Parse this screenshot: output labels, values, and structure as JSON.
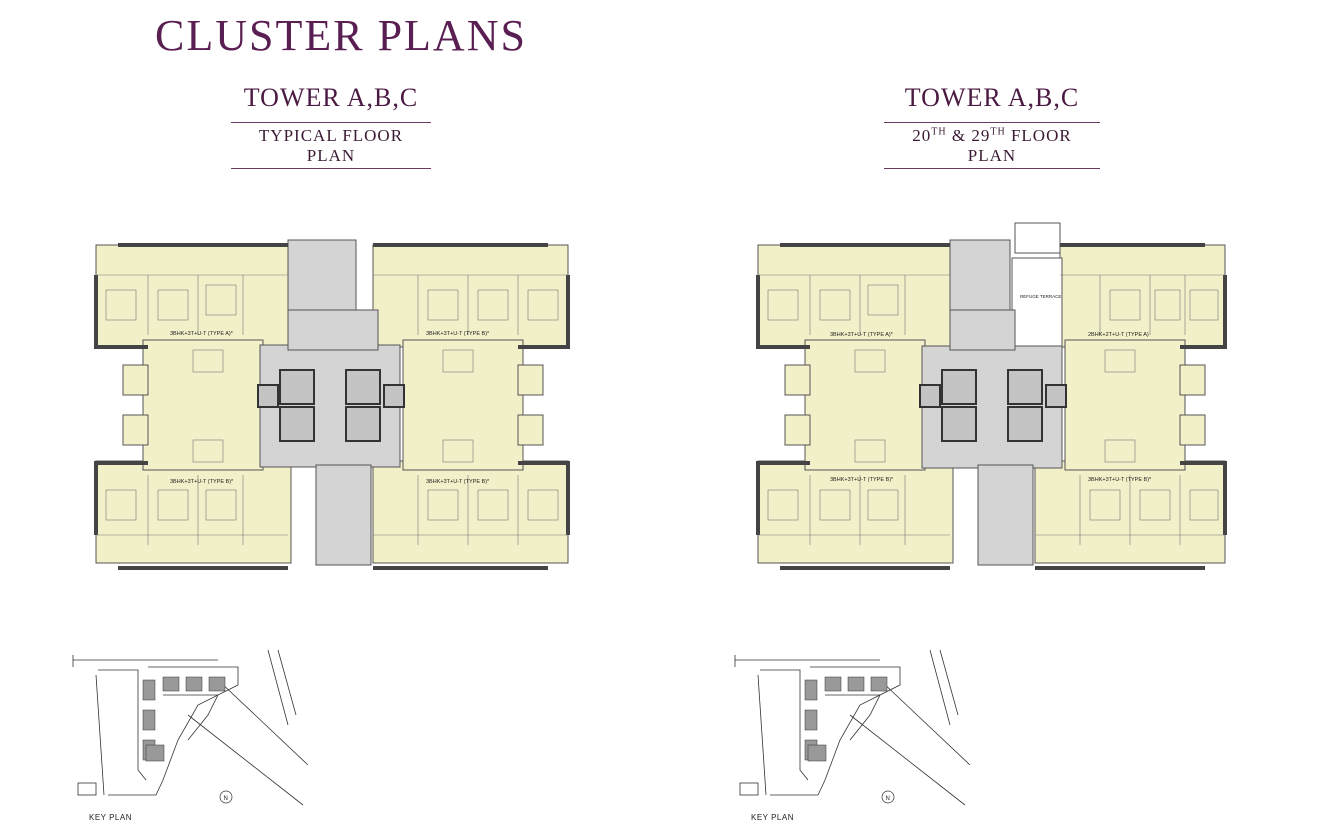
{
  "page_title": "CLUSTER PLANS",
  "plans": [
    {
      "tower": "TOWER A,B,C",
      "floor": "TYPICAL FLOOR PLAN",
      "units": {
        "top_left": "3BHK+3T+U-T (TYPE A)*",
        "top_right": "3BHK+3T+U-T (TYPE B)*",
        "bottom_left": "3BHK+3T+U-T (TYPE B)*",
        "bottom_right": "3BHK+3T+U-T (TYPE B)*"
      }
    },
    {
      "tower": "TOWER A,B,C",
      "floor_prefix_1": "20",
      "floor_sup_1": "TH",
      "floor_mid": " & 29",
      "floor_sup_2": "TH",
      "floor_suffix": " FLOOR PLAN",
      "refuge_label": "REFUGE TERRACE",
      "units": {
        "top_left": "3BHK+3T+U-T (TYPE A)*",
        "top_right": "2BHK+2T+U-T (TYPE A)",
        "bottom_left": "3BHK+3T+U-T (TYPE B)*",
        "bottom_right": "3BHK+3T+U-T (TYPE B)*"
      }
    }
  ],
  "key_plan_label": "KEY PLAN",
  "north_label": "N",
  "colors": {
    "title": "#5a1f52",
    "apartment_fill": "#f2f0c8",
    "core_fill": "#d4d4d4",
    "wall": "#444444"
  }
}
